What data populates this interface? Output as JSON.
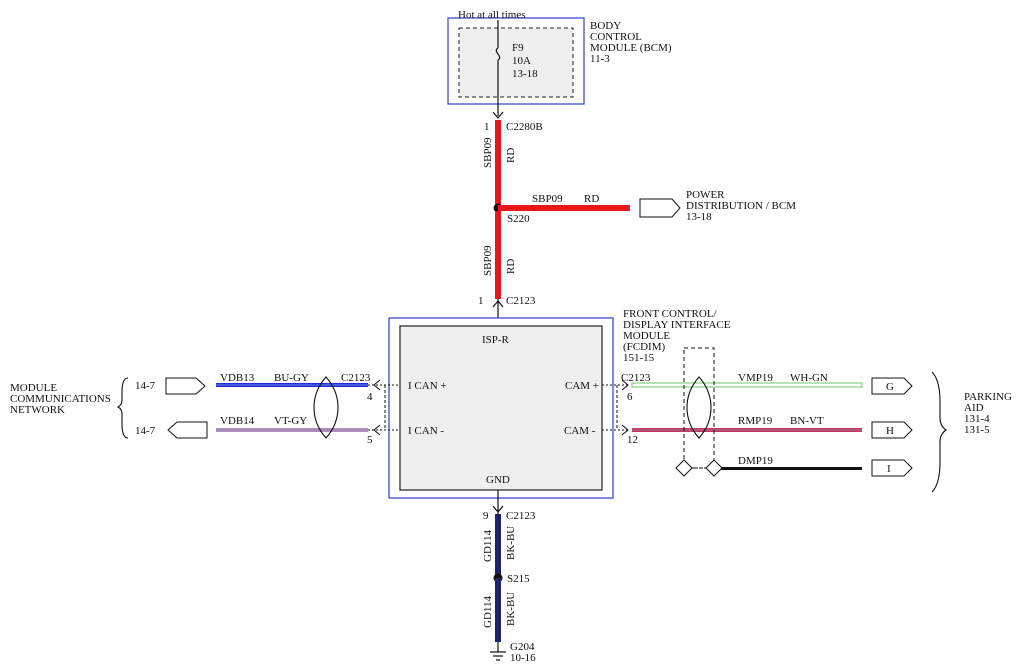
{
  "bcm": {
    "hot_label": "Hot at all times",
    "fuse_id": "F9",
    "fuse_rating": "10A",
    "fuse_ref": "13-18",
    "title_lines": [
      "BODY",
      "CONTROL",
      "MODULE (BCM)",
      "11-3"
    ]
  },
  "upper_feed": {
    "pin": "1",
    "connector": "C2280B",
    "circuit": "SBP09",
    "color": "RD",
    "splice": "S220",
    "branch_circuit": "SBP09",
    "branch_color": "RD",
    "destination_lines": [
      "POWER",
      "DISTRIBUTION / BCM",
      "13-18"
    ],
    "lower_circuit": "SBP09",
    "lower_color": "RD",
    "module_pin": "1",
    "module_connector": "C2123"
  },
  "fcdim": {
    "title_lines": [
      "FRONT CONTROL/",
      "DISPLAY INTERFACE",
      "MODULE",
      "(FCDIM)",
      "151-15"
    ],
    "pin_labels": {
      "isp": "ISP-R",
      "ican_plus": "I CAN +",
      "ican_minus": "I CAN -",
      "cam_plus": "CAM +",
      "cam_minus": "CAM -",
      "gnd": "GND"
    }
  },
  "left_network": {
    "title_lines": [
      "MODULE",
      "COMMUNICATIONS",
      "NETWORK"
    ],
    "wires": [
      {
        "ref": "14-7",
        "circuit": "VDB13",
        "color": "BU-GY",
        "connector": "C2123",
        "pin": "4"
      },
      {
        "ref": "14-7",
        "circuit": "VDB14",
        "color": "VT-GY",
        "pin": "5"
      }
    ]
  },
  "right_parking": {
    "title_lines": [
      "PARKING",
      "AID",
      "131-4",
      "131-5"
    ],
    "connector": "C2123",
    "wires": [
      {
        "pin": "6",
        "circuit": "VMP19",
        "color": "WH-GN",
        "terminal": "G"
      },
      {
        "pin": "12",
        "circuit": "RMP19",
        "color": "BN-VT",
        "terminal": "H"
      },
      {
        "circuit": "DMP19",
        "terminal": "I"
      }
    ]
  },
  "ground": {
    "pin": "9",
    "connector": "C2123",
    "circuit": "GD114",
    "color": "BK-BU",
    "splice": "S215",
    "lower_circuit": "GD114",
    "lower_color": "BK-BU",
    "ground_id": "G204",
    "ground_ref": "10-16"
  },
  "colors": {
    "red_wire": "#e8161b",
    "blue_wire": "#1c2fd6",
    "violet_grey_wire": "#b98ac9",
    "green_white_wire": "#6cc76a",
    "brown_violet_wire": "#c23a5a",
    "black_blue_wire": "#1e2266",
    "module_border": "#3a4fd0",
    "module_fill": "#efefef"
  }
}
